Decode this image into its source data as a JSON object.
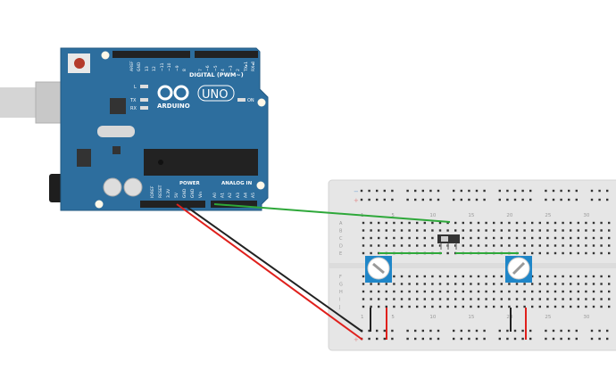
{
  "colors": {
    "board": "#2d6e9e",
    "breadboard": "#e6e6e6",
    "wire_green": "#2ea83a",
    "wire_red": "#e0201c",
    "wire_black": "#222222",
    "pot_blue": "#1f86c8"
  },
  "arduino": {
    "brand": "ARDUINO",
    "model": "UNO",
    "digital_label": "DIGITAL (PWM~)",
    "power_label": "POWER",
    "analog_label": "ANALOG IN",
    "on_label": "ON",
    "l_label": "L",
    "tx_label": "TX",
    "rx_label": "RX",
    "digital_pins": [
      "AREF",
      "GND",
      "13",
      "12",
      "~11",
      "~10",
      "~9",
      "8",
      "7",
      "~6",
      "~5",
      "4",
      "~3",
      "2",
      "TX▸1",
      "RX◂0"
    ],
    "power_pins": [
      "IOREF",
      "RESET",
      "3.3V",
      "5V",
      "GND",
      "GND",
      "Vin"
    ],
    "analog_pins": [
      "A0",
      "A1",
      "A2",
      "A3",
      "A4",
      "A5"
    ]
  },
  "breadboard": {
    "rail_minus": "−",
    "rail_plus": "+",
    "rows_top": [
      "A",
      "B",
      "C",
      "D",
      "E"
    ],
    "rows_bottom": [
      "F",
      "G",
      "H",
      "I",
      "J"
    ],
    "column_numbers": [
      "1",
      "5",
      "10",
      "15",
      "20",
      "25",
      "30"
    ]
  },
  "components": {
    "switch": "slide-switch",
    "potentiometers": 2
  }
}
